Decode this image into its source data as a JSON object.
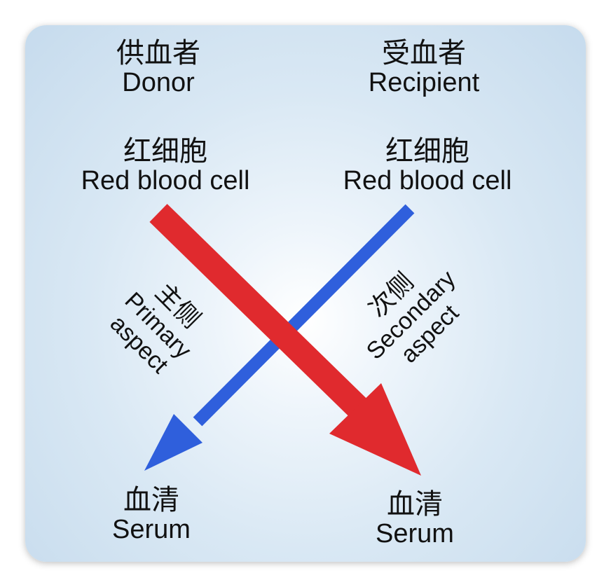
{
  "donor": {
    "zh": "供血者",
    "en": "Donor"
  },
  "recipient": {
    "zh": "受血者",
    "en": "Recipient"
  },
  "donor_rbc": {
    "zh": "红细胞",
    "en": "Red blood cell"
  },
  "recipient_rbc": {
    "zh": "红细胞",
    "en": "Red blood cell"
  },
  "primary": {
    "zh": "主侧",
    "en1": "Primary",
    "en2": "aspect",
    "color": "#e02a2e"
  },
  "secondary": {
    "zh": "次侧",
    "en1": "Secondary",
    "en2": "aspect",
    "color": "#2f5fdc"
  },
  "serum_left": {
    "zh": "血清",
    "en": "Serum"
  },
  "serum_right": {
    "zh": "血清",
    "en": "Serum"
  }
}
